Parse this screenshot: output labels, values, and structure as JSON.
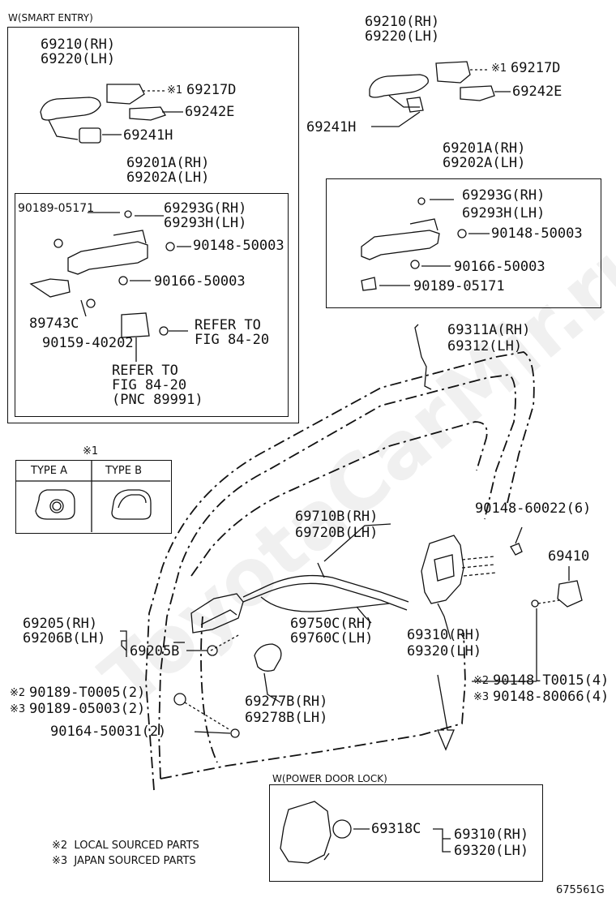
{
  "watermark": "ToyotaCarMir.ru",
  "smart_entry": {
    "title": "W(SMART ENTRY)",
    "handle_rh": "69210(RH)",
    "handle_lh": "69220(LH)",
    "cover_note": "※1",
    "cover": "69217D",
    "pad": "69242E",
    "pad2": "69241H",
    "frame_rh": "69201A(RH)",
    "frame_lh": "69202A(LH)",
    "inner": {
      "clip": "90189-05171",
      "sub_rh": "69293G(RH)",
      "sub_lh": "69293H(LH)",
      "bolt1": "90148-50003",
      "bolt2": "90166-50003",
      "bracket": "89743C",
      "screw": "90159-40202",
      "refer1a": "REFER TO",
      "refer1b": "FIG 84-20",
      "refer2a": "REFER TO",
      "refer2b": "FIG 84-20",
      "refer2c": "(PNC 89991)"
    }
  },
  "right_top": {
    "handle_rh": "69210(RH)",
    "handle_lh": "69220(LH)",
    "cover_note": "※1",
    "cover": "69217D",
    "pad": "69242E",
    "pad2": "69241H",
    "frame_rh": "69201A(RH)",
    "frame_lh": "69202A(LH)",
    "inner": {
      "sub_rh": "69293G(RH)",
      "sub_lh": "69293H(LH)",
      "bolt1": "90148-50003",
      "bolt2": "90166-50003",
      "clip": "90189-05171"
    }
  },
  "rod_rh": "69311A(RH)",
  "rod_lh": "69312(LH)",
  "types": {
    "note": "※1",
    "type_a": "TYPE A",
    "type_b": "TYPE B"
  },
  "cable_rh": "69710B(RH)",
  "cable_lh": "69720B(LH)",
  "screw6": "90148-60022(6)",
  "striker": "69410",
  "lock_rh": "69310(RH)",
  "lock_lh": "69320(LH)",
  "cable2_rh": "69750C(RH)",
  "cable2_lh": "69760C(LH)",
  "frame_rh": "69205(RH)",
  "frame_lh": "69206B(LH)",
  "frame_part": "69205B",
  "pad_rh": "69277B(RH)",
  "pad_lh": "69278B(LH)",
  "note2_a": "※2",
  "part2_a": "90189-T0005(2)",
  "note3_a": "※3",
  "part3_a": "90189-05003(2)",
  "part_screw": "90164-50031(2)",
  "note2_b": "※2",
  "part2_b": "90148-T0015(4)",
  "note3_b": "※3",
  "part3_b": "90148-80066(4)",
  "power": {
    "title": "W(POWER DOOR LOCK)",
    "cap": "69318C",
    "lock_rh": "69310(RH)",
    "lock_lh": "69320(LH)"
  },
  "legend2": "※2  LOCAL SOURCED PARTS",
  "legend3": "※3  JAPAN SOURCED PARTS",
  "fig_id": "675561G"
}
